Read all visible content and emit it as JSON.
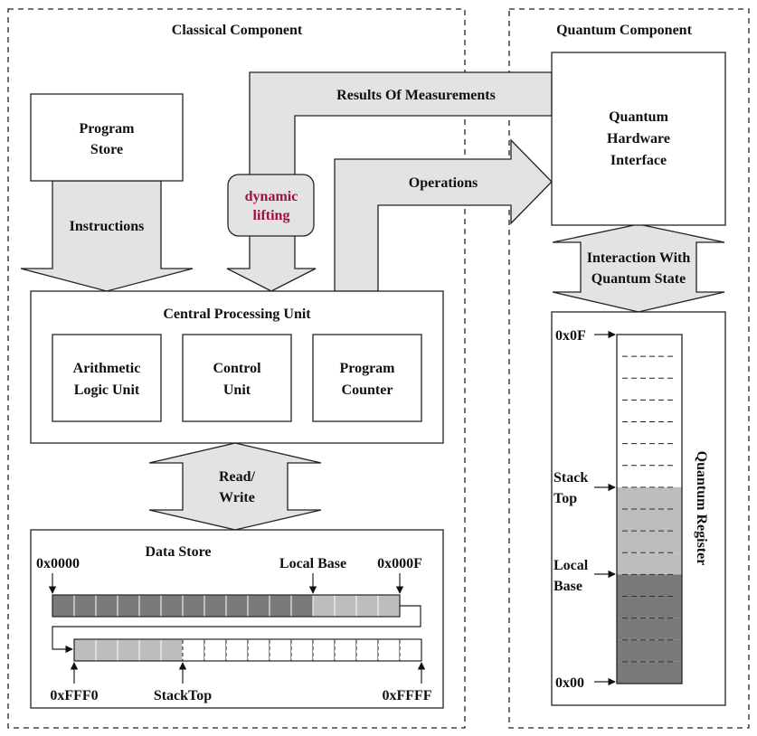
{
  "classical": {
    "title": "Classical Component",
    "program_store": [
      "Program",
      "Store"
    ],
    "instructions": "Instructions",
    "results": "Results Of Measurements",
    "dynamic_lifting": [
      "dynamic",
      "lifting"
    ],
    "operations": "Operations",
    "cpu": {
      "title": "Central Processing Unit",
      "alu": [
        "Arithmetic",
        "Logic Unit"
      ],
      "control": [
        "Control",
        "Unit"
      ],
      "pc": [
        "Program",
        "Counter"
      ]
    },
    "read_write": [
      "Read/",
      "Write"
    ],
    "data_store": {
      "title": "Data Store",
      "addr_start": "0x0000",
      "local_base": "Local Base",
      "addr_000F": "0x000F",
      "addr_FFF0": "0xFFF0",
      "stack_top": "StackTop",
      "addr_FFFF": "0xFFFF"
    }
  },
  "quantum": {
    "title": "Quantum Component",
    "hardware_interface": [
      "Quantum",
      "Hardware",
      "Interface"
    ],
    "interaction": [
      "Interaction With",
      "Quantum State"
    ],
    "register": {
      "title": "Quantum Register",
      "top": "0x0F",
      "stack_top": [
        "Stack",
        "Top"
      ],
      "local_base": [
        "Local",
        "Base"
      ],
      "bottom": "0x00"
    }
  },
  "colors": {
    "arrow_fill": "#e3e3e3",
    "cell_dark": "#7a7a7a",
    "cell_light": "#bdbdbd",
    "dynamic_lifting_text": "#a0103a"
  }
}
